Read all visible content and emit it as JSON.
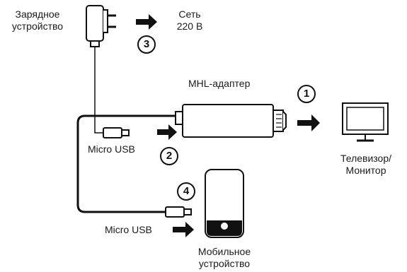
{
  "labels": {
    "charger": [
      "Зарядное",
      "устройство"
    ],
    "mains": [
      "Сеть",
      "220 В"
    ],
    "adapter": "MHL-адаптер",
    "micro_usb_top": "Micro USB",
    "micro_usb_bottom": "Micro USB",
    "tv": [
      "Телевизор/",
      "Монитор"
    ],
    "mobile": [
      "Мобильное",
      "устройство"
    ]
  },
  "steps": [
    "1",
    "2",
    "3",
    "4"
  ],
  "colors": {
    "ink": "#111111",
    "gray": "#555555"
  },
  "icons": [
    "charger-icon",
    "mhl-adapter-icon",
    "hdmi-plug-icon",
    "tv-monitor-icon",
    "mobile-device-icon",
    "micro-usb-plug-icon",
    "arrow-right-icon"
  ]
}
